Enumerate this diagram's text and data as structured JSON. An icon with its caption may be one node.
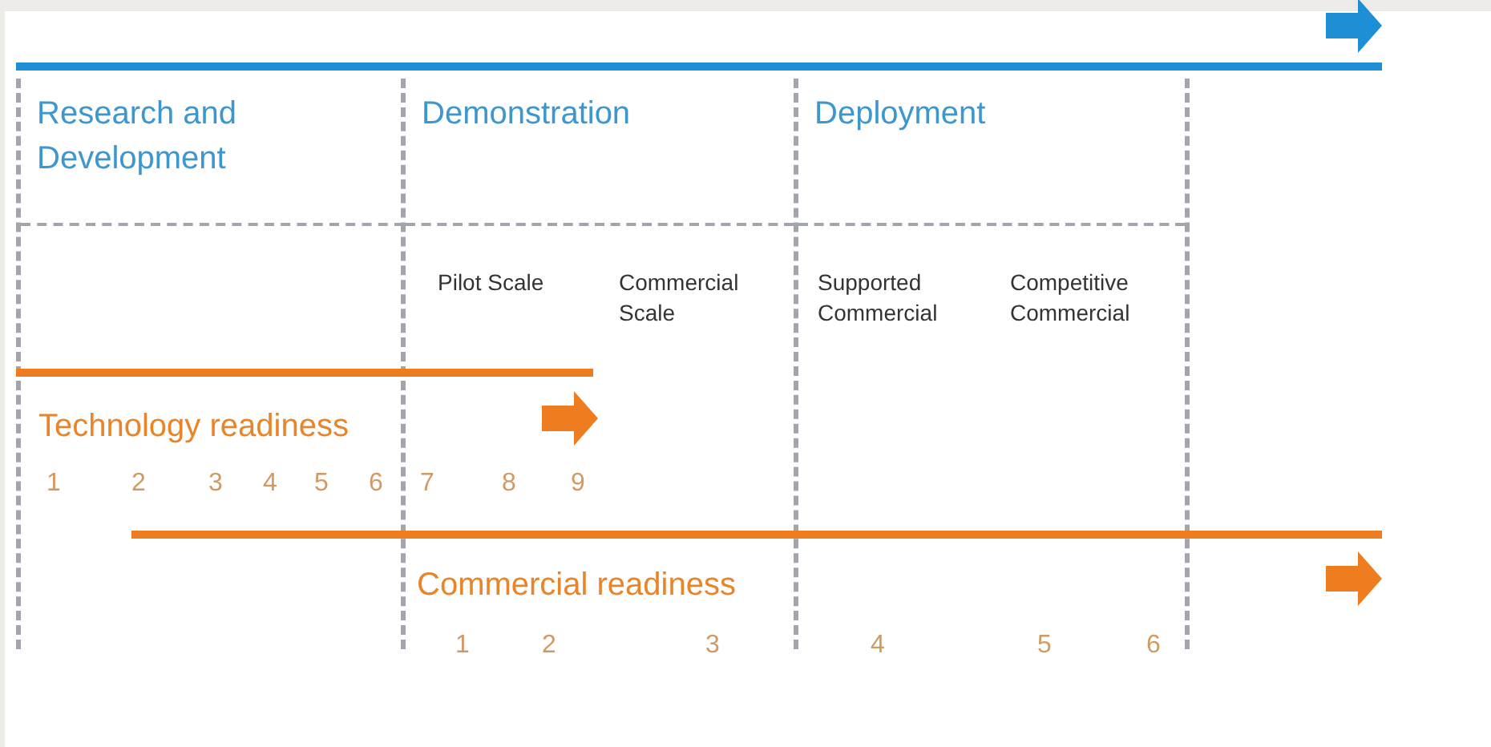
{
  "diagram": {
    "nodes": [
      {
        "text": [
          "Research and Development"
        ]
      },
      {
        "text": [
          "Demonstration",
          "Pilot Scale",
          "Commercial Scale"
        ]
      },
      {
        "text": [
          "Deployment",
          "Supported Commercial",
          "Competitive Commercial"
        ]
      }
    ],
    "labels": [
      "Technology readiness",
      "1",
      "2",
      "3",
      "4",
      "5",
      "6",
      "7",
      "8",
      "9",
      "Commercial readiness",
      "1",
      "2",
      "3",
      "4",
      "5",
      "6"
    ]
  }
}
